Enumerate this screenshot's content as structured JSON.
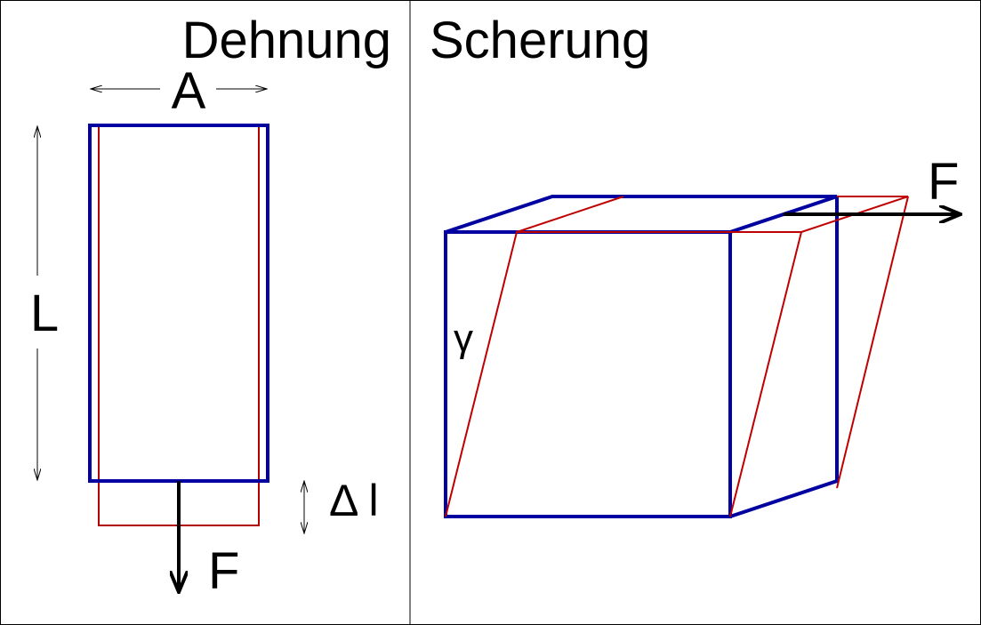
{
  "panels": {
    "left": {
      "title": "Dehnung",
      "area_label": "A",
      "length_label": "L",
      "force_label": "F",
      "elongation_label": "Δ l"
    },
    "right": {
      "title": "Scherung",
      "force_label": "F",
      "angle_label": "γ"
    }
  },
  "colors": {
    "original": "#0000a0",
    "deformed": "#b00000",
    "force": "#000000"
  }
}
